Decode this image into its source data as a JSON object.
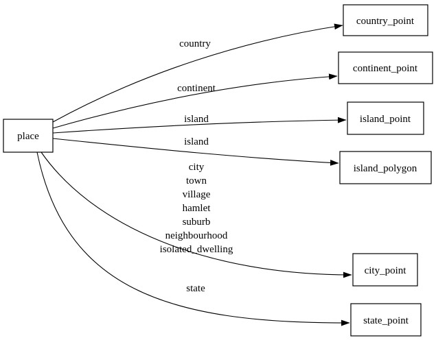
{
  "diagram": {
    "type": "directed-graph",
    "background_color": "#ffffff",
    "line_color": "#000000",
    "nodes": [
      {
        "id": "place",
        "label": "place"
      },
      {
        "id": "country_point",
        "label": "country_point"
      },
      {
        "id": "continent_point",
        "label": "continent_point"
      },
      {
        "id": "island_point",
        "label": "island_point"
      },
      {
        "id": "island_polygon",
        "label": "island_polygon"
      },
      {
        "id": "city_point",
        "label": "city_point"
      },
      {
        "id": "state_point",
        "label": "state_point"
      }
    ],
    "edges": [
      {
        "from": "place",
        "to": "country_point",
        "label": "country"
      },
      {
        "from": "place",
        "to": "continent_point",
        "label": "continent"
      },
      {
        "from": "place",
        "to": "island_point",
        "label": "island"
      },
      {
        "from": "place",
        "to": "island_polygon",
        "label": "island"
      },
      {
        "from": "place",
        "to": "city_point",
        "label_lines": [
          "city",
          "town",
          "village",
          "hamlet",
          "suburb",
          "neighbourhood",
          "isolated_dwelling"
        ]
      },
      {
        "from": "place",
        "to": "state_point",
        "label": "state"
      }
    ]
  }
}
